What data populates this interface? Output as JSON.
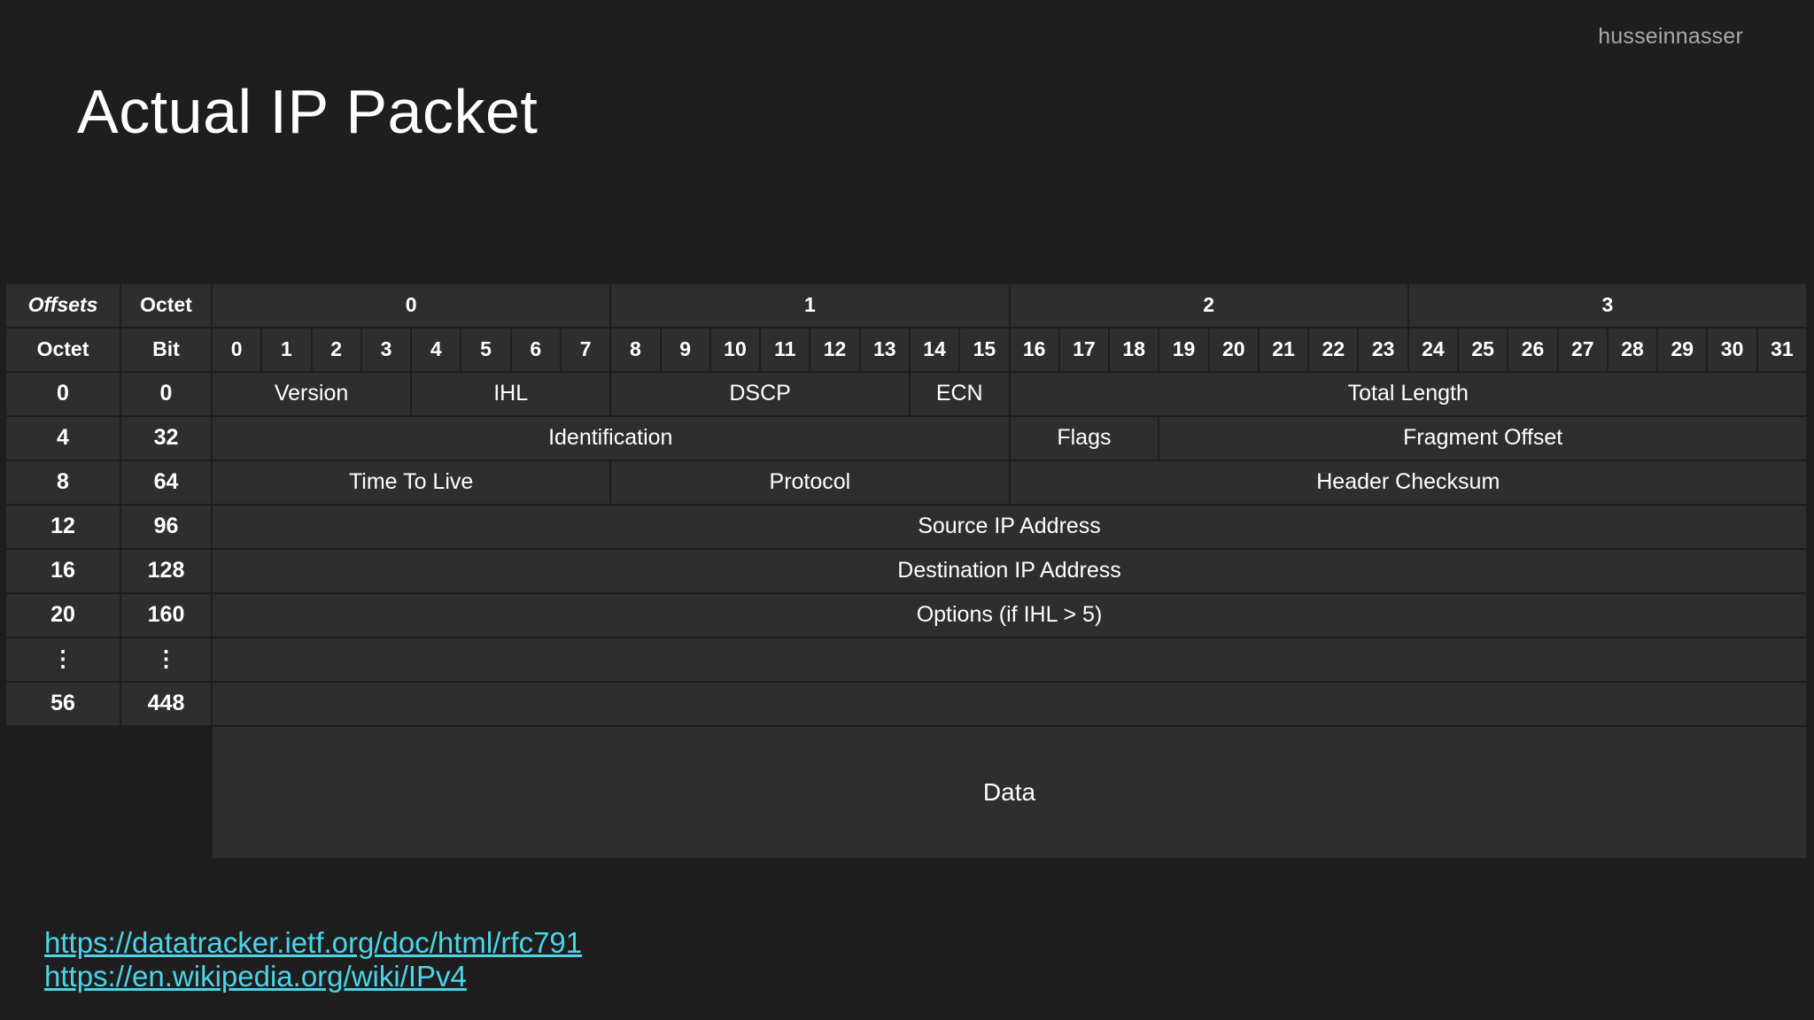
{
  "watermark": "husseinnasser",
  "title": "Actual IP Packet",
  "table": {
    "header_row1": {
      "offsets_label": "Offsets",
      "octet_label": "Octet",
      "octet_groups": [
        "0",
        "1",
        "2",
        "3"
      ]
    },
    "header_row2": {
      "octet_label": "Octet",
      "bit_label": "Bit",
      "bits": [
        "0",
        "1",
        "2",
        "3",
        "4",
        "5",
        "6",
        "7",
        "8",
        "9",
        "10",
        "11",
        "12",
        "13",
        "14",
        "15",
        "16",
        "17",
        "18",
        "19",
        "20",
        "21",
        "22",
        "23",
        "24",
        "25",
        "26",
        "27",
        "28",
        "29",
        "30",
        "31"
      ]
    },
    "rows": [
      {
        "octet_offset": "0",
        "bit_offset": "0",
        "fields": [
          {
            "label": "Version",
            "bits": 4
          },
          {
            "label": "IHL",
            "bits": 4
          },
          {
            "label": "DSCP",
            "bits": 6
          },
          {
            "label": "ECN",
            "bits": 2
          },
          {
            "label": "Total Length",
            "bits": 16
          }
        ]
      },
      {
        "octet_offset": "4",
        "bit_offset": "32",
        "fields": [
          {
            "label": "Identification",
            "bits": 16
          },
          {
            "label": "Flags",
            "bits": 3
          },
          {
            "label": "Fragment Offset",
            "bits": 13
          }
        ]
      },
      {
        "octet_offset": "8",
        "bit_offset": "64",
        "fields": [
          {
            "label": "Time To Live",
            "bits": 8
          },
          {
            "label": "Protocol",
            "bits": 8
          },
          {
            "label": "Header Checksum",
            "bits": 16
          }
        ]
      },
      {
        "octet_offset": "12",
        "bit_offset": "96",
        "fields": [
          {
            "label": "Source IP Address",
            "bits": 32
          }
        ]
      },
      {
        "octet_offset": "16",
        "bit_offset": "128",
        "fields": [
          {
            "label": "Destination IP Address",
            "bits": 32
          }
        ]
      },
      {
        "octet_offset": "20",
        "bit_offset": "160",
        "fields": [
          {
            "label": "Options (if IHL > 5)",
            "bits": 32
          }
        ]
      },
      {
        "octet_offset": "⋮",
        "bit_offset": "⋮",
        "fields": [
          {
            "label": "",
            "bits": 32
          }
        ]
      },
      {
        "octet_offset": "56",
        "bit_offset": "448",
        "fields": [
          {
            "label": "",
            "bits": 32
          }
        ]
      }
    ],
    "data_row": {
      "label": "Data"
    }
  },
  "links": [
    {
      "text": "https://datatracker.ietf.org/doc/html/rfc791"
    },
    {
      "text": "https://en.wikipedia.org/wiki/IPv4"
    }
  ]
}
